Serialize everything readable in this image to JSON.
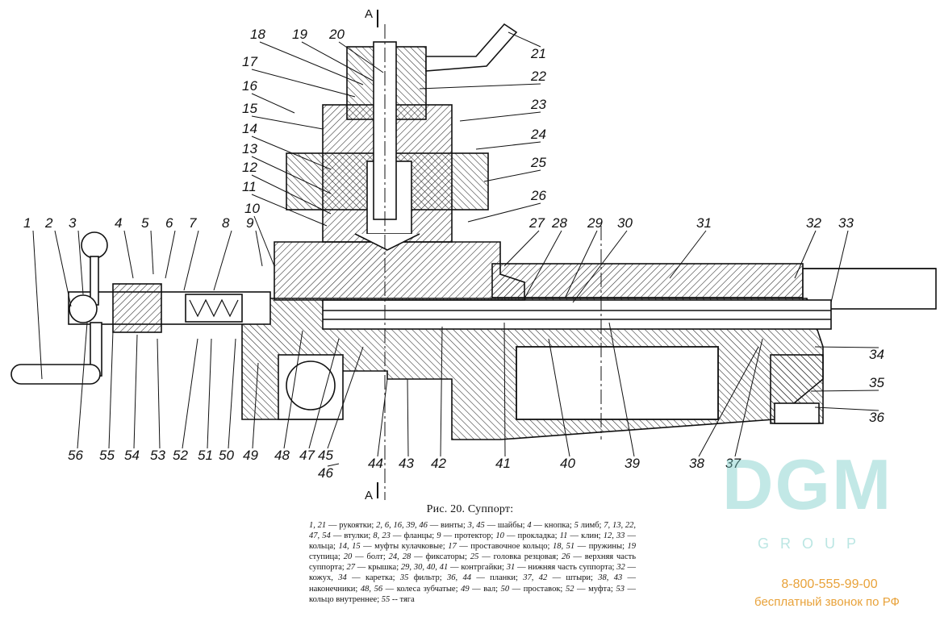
{
  "diagram": {
    "callouts": [
      "1",
      "2",
      "3",
      "4",
      "5",
      "6",
      "7",
      "8",
      "9",
      "10",
      "11",
      "12",
      "13",
      "14",
      "15",
      "16",
      "17",
      "18",
      "19",
      "20",
      "21",
      "22",
      "23",
      "24",
      "25",
      "26",
      "27",
      "28",
      "29",
      "30",
      "31",
      "32",
      "33",
      "34",
      "35",
      "36",
      "37",
      "38",
      "39",
      "40",
      "41",
      "42",
      "43",
      "44",
      "45",
      "46",
      "47",
      "48",
      "49",
      "50",
      "51",
      "52",
      "53",
      "54",
      "55",
      "56"
    ],
    "section_mark": "A"
  },
  "caption": {
    "title": "Рис. 20. Суппорт:"
  },
  "legend": [
    {
      "n": "1, 21",
      "t": " — рукоятки; "
    },
    {
      "n": "2, 6, 16, 39, 46",
      "t": " — винты; "
    },
    {
      "n": "3, 45",
      "t": " — шайбы; "
    },
    {
      "n": "4",
      "t": " — кнопка; "
    },
    {
      "n": "5",
      "t": " лимб; "
    },
    {
      "n": "7, 13, 22, 47, 54",
      "t": " — втулки; "
    },
    {
      "n": "8, 23",
      "t": " — фланцы; "
    },
    {
      "n": "9",
      "t": " — протектор; "
    },
    {
      "n": "10",
      "t": " — прокладка; "
    },
    {
      "n": "11",
      "t": " — клин; "
    },
    {
      "n": "12, 33",
      "t": " — кольца; "
    },
    {
      "n": "14, 15",
      "t": " — муфты кулачковые; "
    },
    {
      "n": "17",
      "t": " — проставочное кольцо; "
    },
    {
      "n": "18, 51",
      "t": " — пружины; "
    },
    {
      "n": "19",
      "t": " ступица; "
    },
    {
      "n": "20",
      "t": " — болт; "
    },
    {
      "n": "24, 28",
      "t": " — фиксаторы; "
    },
    {
      "n": "25",
      "t": " — головка резцовая; "
    },
    {
      "n": "26",
      "t": " — верхняя часть суппорта; "
    },
    {
      "n": "27",
      "t": " — крышка; "
    },
    {
      "n": "29, 30, 40, 41",
      "t": " — контргайки; "
    },
    {
      "n": "31",
      "t": " — нижняя часть суппорта; "
    },
    {
      "n": "32",
      "t": " — кожух, "
    },
    {
      "n": "34",
      "t": " — каретка; "
    },
    {
      "n": "35",
      "t": " фильтр; "
    },
    {
      "n": "36, 44",
      "t": " — планки; "
    },
    {
      "n": "37, 42",
      "t": " — штыри; "
    },
    {
      "n": "38, 43",
      "t": " — наконечники; "
    },
    {
      "n": "48, 56",
      "t": " — колеса зубчатые; "
    },
    {
      "n": "49",
      "t": " — вал; "
    },
    {
      "n": "50",
      "t": " — проставок; "
    },
    {
      "n": "52",
      "t": " — муфта; "
    },
    {
      "n": "53",
      "t": " — кольцо внутреннее; "
    },
    {
      "n": "55",
      "t": " -- тяга"
    }
  ],
  "watermark": {
    "letters": "DGM",
    "sub": "GROUP"
  },
  "contact": {
    "phone": "8-800-555-99-00",
    "note": "бесплатный звонок по РФ"
  }
}
